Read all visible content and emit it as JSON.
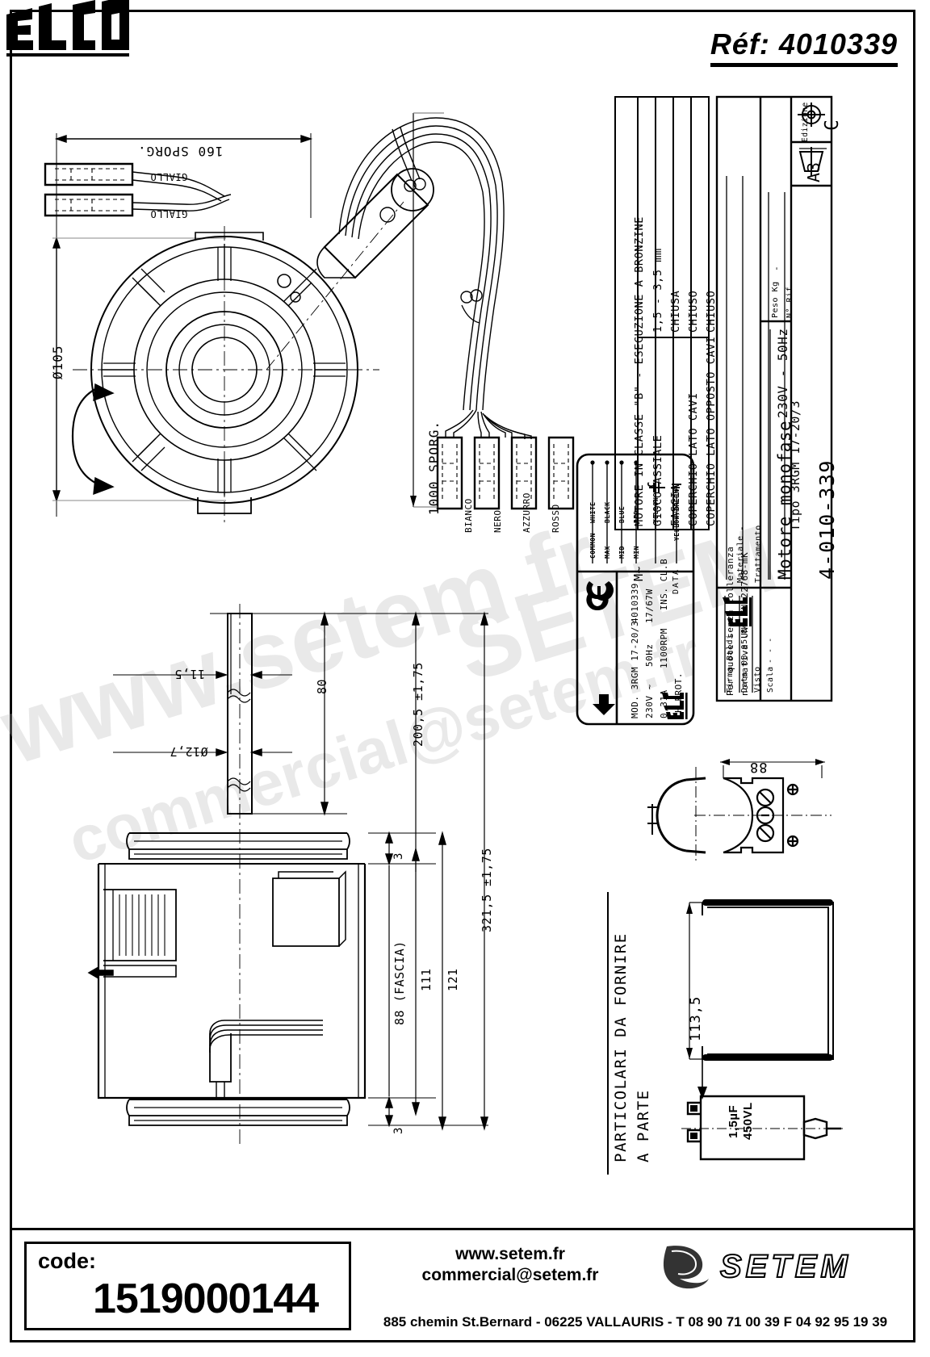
{
  "header": {
    "brand": "ELCO",
    "ref_label": "Réf:",
    "ref_number": "4010339",
    "ref_full": "Réf: 4010339"
  },
  "watermark": {
    "line1": "www.setem.fr",
    "line2": "SETEM",
    "line3": "commercial@setem.fr"
  },
  "drawing": {
    "top_view": {
      "dim_length": "160 SPORG.",
      "dim_diameter": "Ø105",
      "wire_label_1": "GIALLO",
      "wire_label_2": "GIALLO"
    },
    "harness": {
      "dim_length": "1000 SPORG.",
      "wires": [
        "BIANCO",
        "NERO",
        "AZZURRO",
        "ROSSO"
      ]
    },
    "shaft_view": {
      "dim_shaft_flat": "11,5",
      "dim_shaft_dia": "Ø12,7",
      "dim_80": "80",
      "dim_200": "200,5 ±1,75"
    },
    "body_view": {
      "dim_3_top": "3",
      "dim_3_bottom": "3",
      "dim_fascia": "88  (FASCIA)",
      "dim_111": "111",
      "dim_121": "121",
      "dim_321": "321,5 ±1,75"
    },
    "parts_to_supply": {
      "title_line1": "PARTICOLARI DA FORNIRE",
      "title_line2": "A PARTE",
      "bracket_dim_88": "88",
      "bracket_dim_1135": "113,5",
      "capacitor_line1": "1,5µF",
      "capacitor_line2": "450VL"
    }
  },
  "spec_table": {
    "header": "MOTORE IN CLASSE \"B\"  -  ESECUZIONE A BRONZINE",
    "rows": [
      {
        "label": "GIOCO ASSIALE",
        "value": "1,5 - 3,5 mm"
      },
      {
        "label": "FASCIA",
        "value": "CHIUSA"
      },
      {
        "label": "COPERCHIO LATO CAVI",
        "value": "CHIUSO"
      },
      {
        "label": "COPERCHIO LATO OPPOSTO CAVI",
        "value": "CHIUSO"
      }
    ]
  },
  "nameplate": {
    "brand": "ELCO",
    "model_label": "MOD. 3RGM 17-20/3",
    "ce_mark": "CE",
    "code": "4010339",
    "voltage": "230V ~",
    "frequency": "50Hz",
    "power": "17/67W",
    "current": "0,31A",
    "rpm": "1100RPM",
    "insulation": "INS. CL.B",
    "thermal": "TH.PROT.",
    "data_label": "DATA",
    "motor_symbol": "M~",
    "terminals": [
      {
        "tap": "COMMON",
        "color": "WHITE"
      },
      {
        "tap": "MAX",
        "color": "BLACK"
      },
      {
        "tap": "MID",
        "color": "BLUE"
      },
      {
        "tap": "MIN",
        "color": "RED"
      },
      {
        "tap": "",
        "color": "YELLOW"
      },
      {
        "tap": "",
        "color": "YELLOW/GREEN"
      }
    ],
    "capacitor_symbol": "C"
  },
  "title_block": {
    "tolerance_note_1": "Per quote senza tolleranza",
    "tolerance_note_2": "normativa UNI EN 22768-mK",
    "trattamento_label": "Trattamento",
    "trattamento_value": "-",
    "materiale_label": "Materiale",
    "materiale_value": "-",
    "firma_label": "Firma",
    "firma_value": "Baldi",
    "data_label": "Data",
    "data_value": "08.05.84",
    "visto_label": "Visto",
    "visto_value": "",
    "scala_label": "Scala",
    "scala_value": "- - -",
    "company": "ELCO",
    "title": "Motore monofase",
    "subtitle": "230V  -  50Hz",
    "type": "Tipo 3RGM 17-20/3",
    "peso_label": "Peso Kg",
    "peso_value": "-",
    "rif_label": "N° Rif.",
    "rif_value": "-",
    "format": "A3",
    "edizione_label": "Edizione",
    "edizione_value": "C",
    "drawing_number": "4-010-339",
    "projection_symbol": "first-angle-projection"
  },
  "footer": {
    "code_label": "code:",
    "code_value": "1519000144",
    "website": "www.setem.fr",
    "email": "commercial@setem.fr",
    "address": "885 chemin St.Bernard  -   06225 VALLAURIS  -  T 08 90 71 00 39   F 04 92 95 19 39",
    "logo_text": "SETEM"
  }
}
